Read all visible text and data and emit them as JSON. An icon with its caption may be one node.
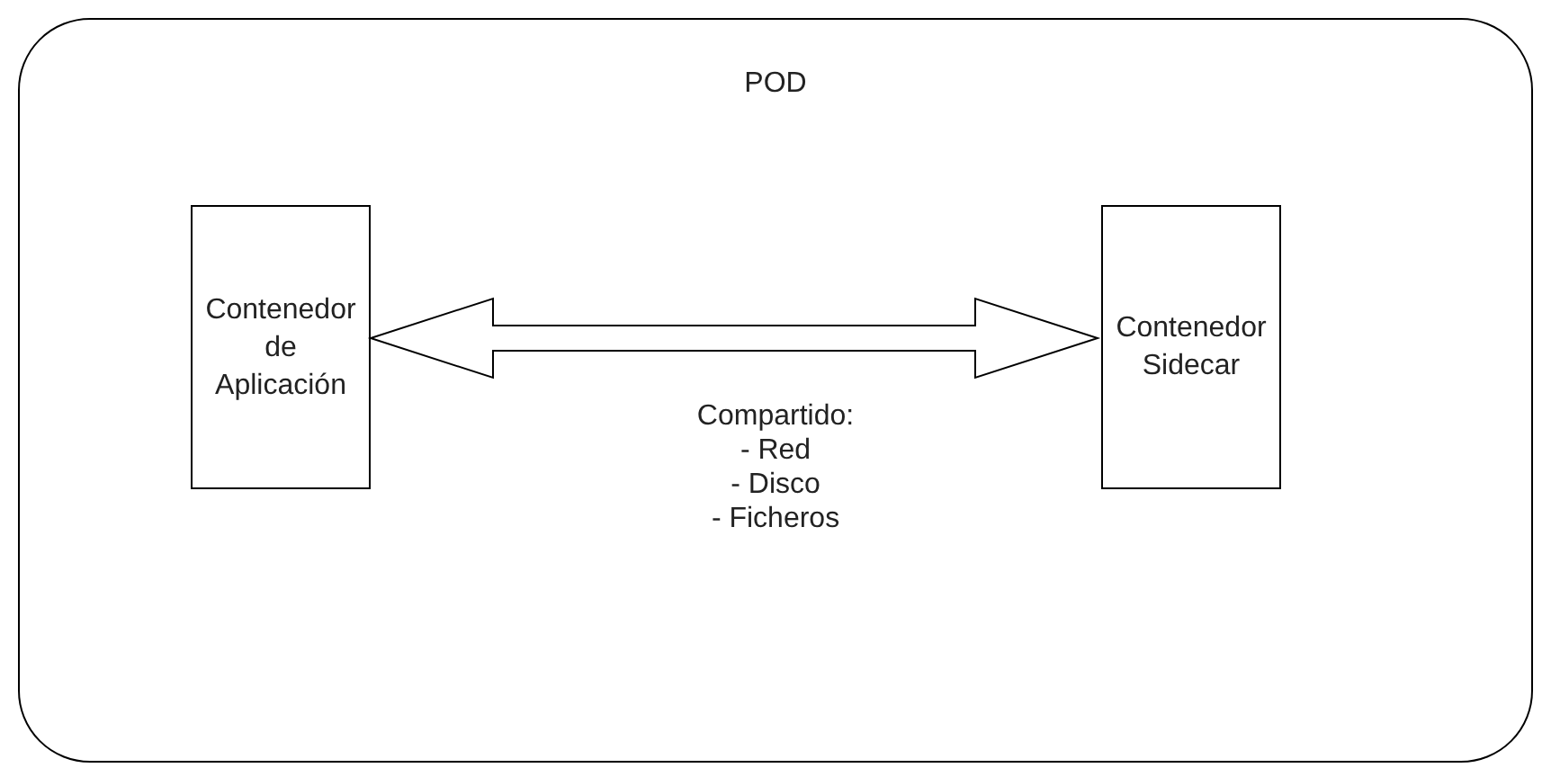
{
  "diagram": {
    "nodes": [
      {
        "text": [
          "POD"
        ]
      },
      {
        "text": [
          "Contenedor de Aplicación"
        ],
        "in": 0
      },
      {
        "text": [
          "Contenedor Sidecar"
        ],
        "in": 0
      }
    ],
    "edges": [
      {
        "from": 1,
        "to": 2,
        "arrow": "both"
      }
    ],
    "labels": [
      "Compartido:",
      "- Red",
      "- Disco",
      "- Ficheros"
    ]
  }
}
